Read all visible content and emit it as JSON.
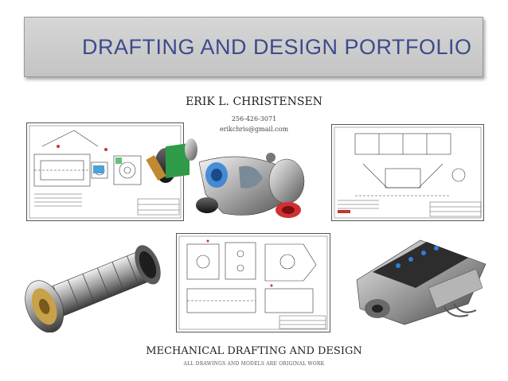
{
  "header": {
    "title": "DRAFTING AND DESIGN PORTFOLIO"
  },
  "contact": {
    "name": "ERIK L. CHRISTENSEN",
    "phone": "256-426-3071",
    "email": "erikchris@gmail.com"
  },
  "footer": {
    "title": "MECHANICAL DRAFTING AND DESIGN",
    "subtitle": "ALL DRAWINGS AND MODELS ARE ORIGINAL WORK"
  },
  "images": [
    {
      "kind": "technical-drawing",
      "subject": "gear assembly drawing"
    },
    {
      "kind": "3d-model",
      "subject": "pump housing assembly"
    },
    {
      "kind": "technical-drawing",
      "subject": "engine block drawing"
    },
    {
      "kind": "3d-model",
      "subject": "turbine engine"
    },
    {
      "kind": "technical-drawing",
      "subject": "bracket part drawing"
    },
    {
      "kind": "3d-model",
      "subject": "V8 engine block"
    }
  ],
  "colors": {
    "title": "#3b4b8c",
    "accent_blue": "#2f7fd8",
    "accent_red": "#d23030"
  }
}
